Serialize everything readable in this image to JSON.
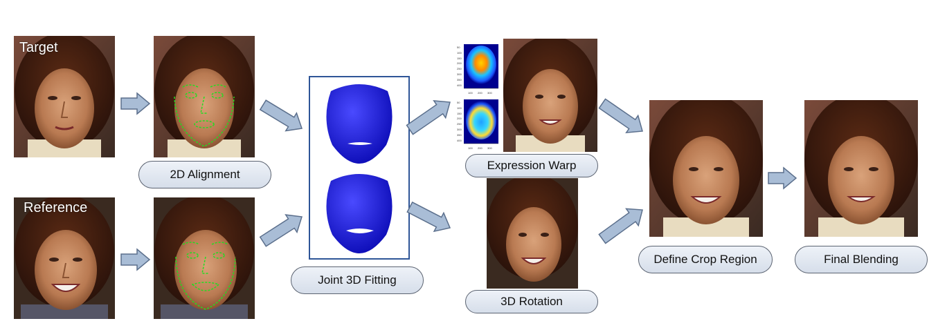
{
  "labels": {
    "target": "Target",
    "reference": "Reference"
  },
  "stages": {
    "alignment": "2D Alignment",
    "fitting": "Joint 3D Fitting",
    "expression_warp": "Expression Warp",
    "rotation": "3D Rotation",
    "crop": "Define Crop Region",
    "blending": "Final Blending"
  },
  "heatmap_ticks": {
    "y": [
      "50",
      "100",
      "150",
      "200",
      "250",
      "300",
      "350",
      "400"
    ],
    "x": [
      "100",
      "200",
      "300"
    ]
  },
  "colors": {
    "arrow_fill": "#a9bdd6",
    "arrow_stroke": "#5b6f8c",
    "mesh": "#1a1ae6",
    "landmark": "#22dd22",
    "fit_box": "#2e5597"
  }
}
